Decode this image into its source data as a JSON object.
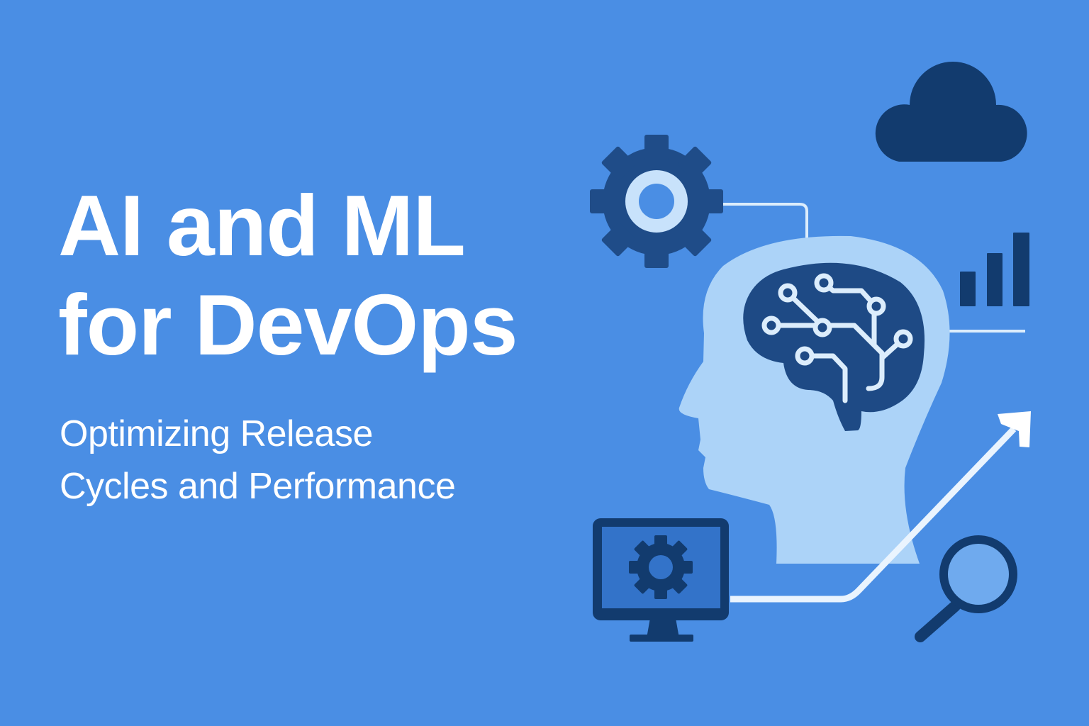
{
  "banner": {
    "title_lines": [
      "AI and ML",
      "for DevOps"
    ],
    "subtitle_lines": [
      "Optimizing Release",
      "Cycles and Performance"
    ]
  },
  "illustration": {
    "icons": [
      "gear-icon",
      "cloud-icon",
      "bar-chart-icon",
      "head-brain-circuit-icon",
      "monitor-gear-icon",
      "trend-arrow-icon",
      "magnifier-icon"
    ]
  },
  "colors": {
    "background": "#4a8ee4",
    "dark_navy": "#123b6e",
    "gear_navy": "#1f4c88",
    "head_light": "#acd3f8",
    "brain_navy": "#1e4a85",
    "circuit_light": "#dcedfc",
    "text": "#ffffff"
  }
}
